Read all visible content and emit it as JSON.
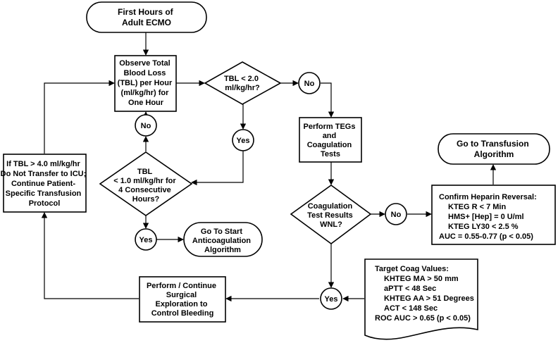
{
  "nodes": {
    "start": [
      "First Hours of",
      "Adult ECMO"
    ],
    "observe": [
      "Observe Total",
      "Blood Loss",
      "(TBL) per Hour",
      "(ml/kg/hr) for",
      "One Hour"
    ],
    "tbl_check": [
      "TBL < 2.0",
      "ml/kg/hr?"
    ],
    "no_1": "No",
    "yes_1": "Yes",
    "perform_tegs": [
      "Perform TEGs",
      "and",
      "Coagulation",
      "Tests"
    ],
    "go_transfusion": [
      "Go to Transfusion",
      "Algorithm"
    ],
    "confirm_heparin": [
      "Confirm Heparin Reversal:",
      "KTEG R < 7 Min",
      "HMS+ [Hep] = 0 U/ml",
      "KTEG LY30 < 2.5 %",
      "AUC = 0.55-0.77 (p < 0.05)"
    ],
    "no_coag": "No",
    "coag_check": [
      "Coagulation",
      "Test Results",
      "WNL?"
    ],
    "no_consec": "No",
    "consec_check": [
      "TBL",
      "< 1.0  ml/kg/hr for",
      "4 Consecutive",
      "Hours?"
    ],
    "icu_box": [
      "If TBL > 4.0 ml/kg/hr",
      "Do Not Transfer to ICU;",
      "Continue Patient-",
      "Specific Transfusion",
      "Protocol"
    ],
    "yes_consec": "Yes",
    "go_anticoag": [
      "Go To Start",
      "Anticoagulation",
      "Algorithm"
    ],
    "target_values": [
      "Target Coag Values:",
      "KHTEG MA > 50 mm",
      "aPTT < 48 Sec",
      "KHTEG AA > 51 Degrees",
      "ACT < 148 Sec",
      "ROC AUC > 0.65 (p < 0.05)"
    ],
    "yes_coag": "Yes",
    "surgical": [
      "Perform / Continue",
      "Surgical",
      "Exploration to",
      "Control Bleeding"
    ]
  }
}
